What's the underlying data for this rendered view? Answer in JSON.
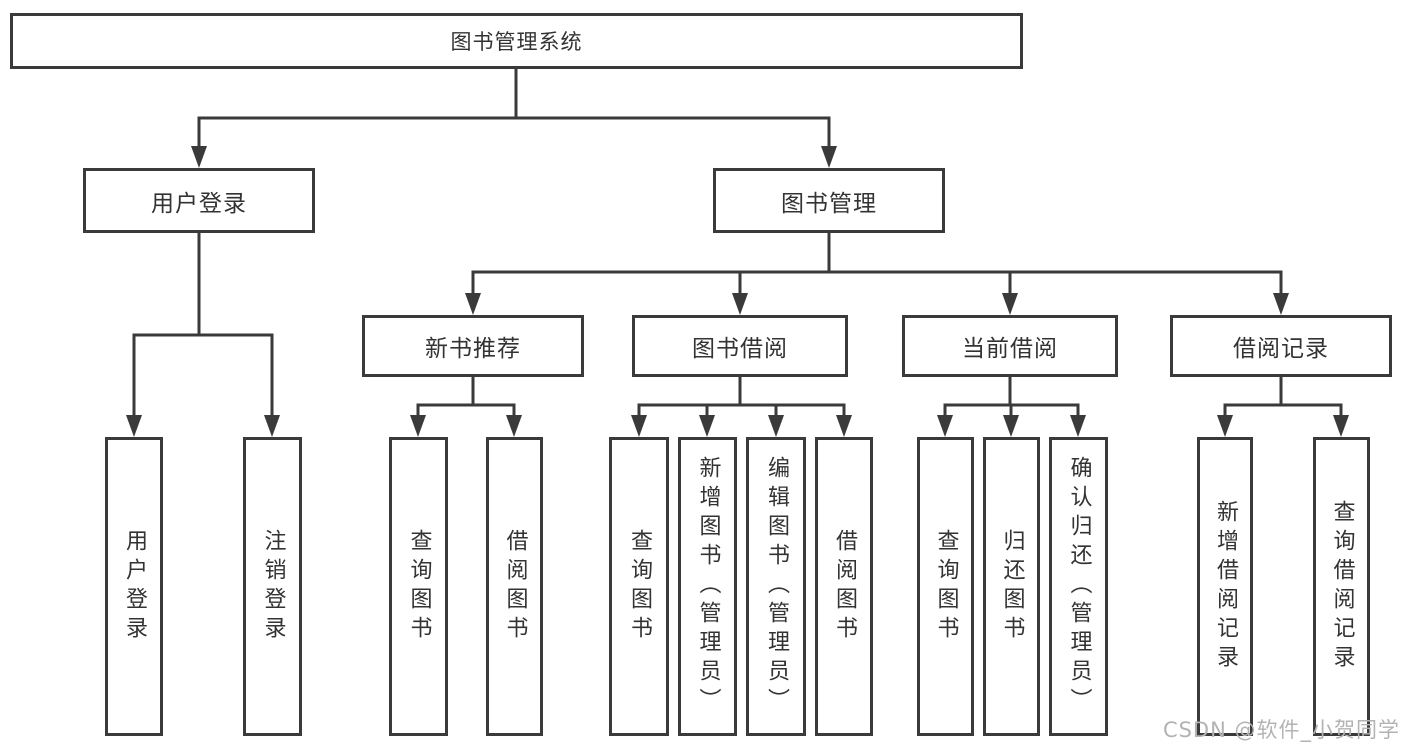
{
  "tree": {
    "root": {
      "label": "图书管理系统"
    },
    "branches": [
      {
        "label": "用户登录",
        "children": [
          {
            "label": "用户登录"
          },
          {
            "label": "注销登录"
          }
        ]
      },
      {
        "label": "图书管理",
        "children": [
          {
            "label": "新书推荐",
            "children": [
              {
                "label": "查询图书"
              },
              {
                "label": "借阅图书"
              }
            ]
          },
          {
            "label": "图书借阅",
            "children": [
              {
                "label": "查询图书"
              },
              {
                "label": "新增图书（管理员）"
              },
              {
                "label": "编辑图书（管理员）"
              },
              {
                "label": "借阅图书"
              }
            ]
          },
          {
            "label": "当前借阅",
            "children": [
              {
                "label": "查询图书"
              },
              {
                "label": "归还图书"
              },
              {
                "label": "确认归还（管理员）"
              }
            ]
          },
          {
            "label": "借阅记录",
            "children": [
              {
                "label": "新增借阅记录"
              },
              {
                "label": "查询借阅记录"
              }
            ]
          }
        ]
      }
    ]
  },
  "watermark": {
    "text": "CSDN @软件_小贺同学"
  },
  "colors": {
    "line": "#3a3a3a",
    "text": "#333333",
    "watermark": "#b3b3b3",
    "background": "#ffffff"
  }
}
